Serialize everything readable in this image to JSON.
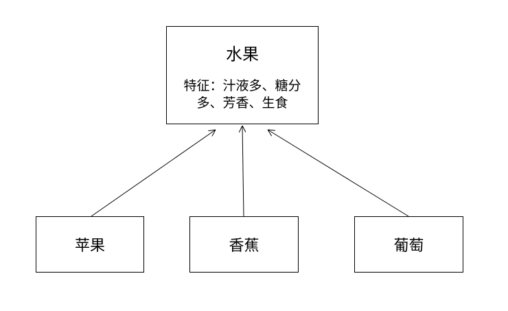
{
  "parent": {
    "title": "水果",
    "description": "特征：汁液多、糖分多、芳香、生食"
  },
  "children": [
    {
      "label": "苹果"
    },
    {
      "label": "香蕉"
    },
    {
      "label": "葡萄"
    }
  ],
  "colors": {
    "stroke": "#000000",
    "background": "#ffffff"
  }
}
